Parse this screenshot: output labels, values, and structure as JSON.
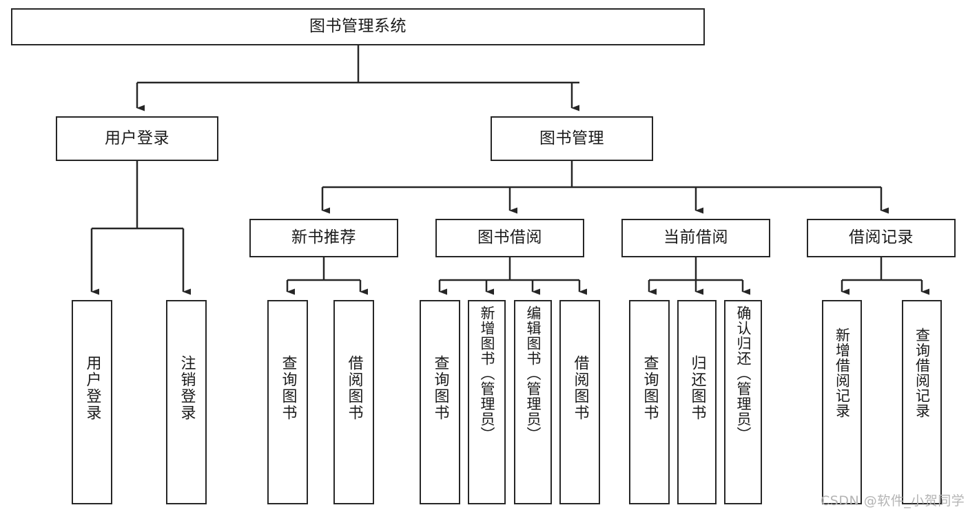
{
  "diagram": {
    "kind": "tree-functional-structure",
    "title": "图书管理系统",
    "watermark": "CSDN @软件_小贺同学",
    "colors": {
      "stroke": "#262626",
      "background": "#ffffff",
      "text": "#1a1a1a",
      "watermark": "#b4b4b4"
    },
    "nodes": {
      "root": {
        "label": "图书管理系统"
      },
      "level1": [
        {
          "id": "user-login",
          "label": "用户登录"
        },
        {
          "id": "book-manage",
          "label": "图书管理"
        }
      ],
      "level2": [
        {
          "id": "new-book-recommend",
          "label": "新书推荐"
        },
        {
          "id": "book-borrow",
          "label": "图书借阅"
        },
        {
          "id": "current-borrow",
          "label": "当前借阅"
        },
        {
          "id": "borrow-record",
          "label": "借阅记录"
        }
      ],
      "leaves": {
        "user-login": [
          {
            "id": "leaf-user-login",
            "label": "用户登录"
          },
          {
            "id": "leaf-user-logout",
            "label": "注销登录"
          }
        ],
        "new-book-recommend": [
          {
            "id": "leaf-query-book-1",
            "label": "查询图书"
          },
          {
            "id": "leaf-borrow-book-1",
            "label": "借阅图书"
          }
        ],
        "book-borrow": [
          {
            "id": "leaf-query-book-2",
            "label": "查询图书"
          },
          {
            "id": "leaf-add-book",
            "label": "新增图书（管理员）"
          },
          {
            "id": "leaf-edit-book",
            "label": "编辑图书（管理员）"
          },
          {
            "id": "leaf-borrow-book-2",
            "label": "借阅图书"
          }
        ],
        "current-borrow": [
          {
            "id": "leaf-query-book-3",
            "label": "查询图书"
          },
          {
            "id": "leaf-return-book",
            "label": "归还图书"
          },
          {
            "id": "leaf-confirm-return",
            "label": "确认归还（管理员）"
          }
        ],
        "borrow-record": [
          {
            "id": "leaf-add-record",
            "label": "新增借阅记录"
          },
          {
            "id": "leaf-query-record",
            "label": "查询借阅记录"
          }
        ]
      }
    }
  }
}
